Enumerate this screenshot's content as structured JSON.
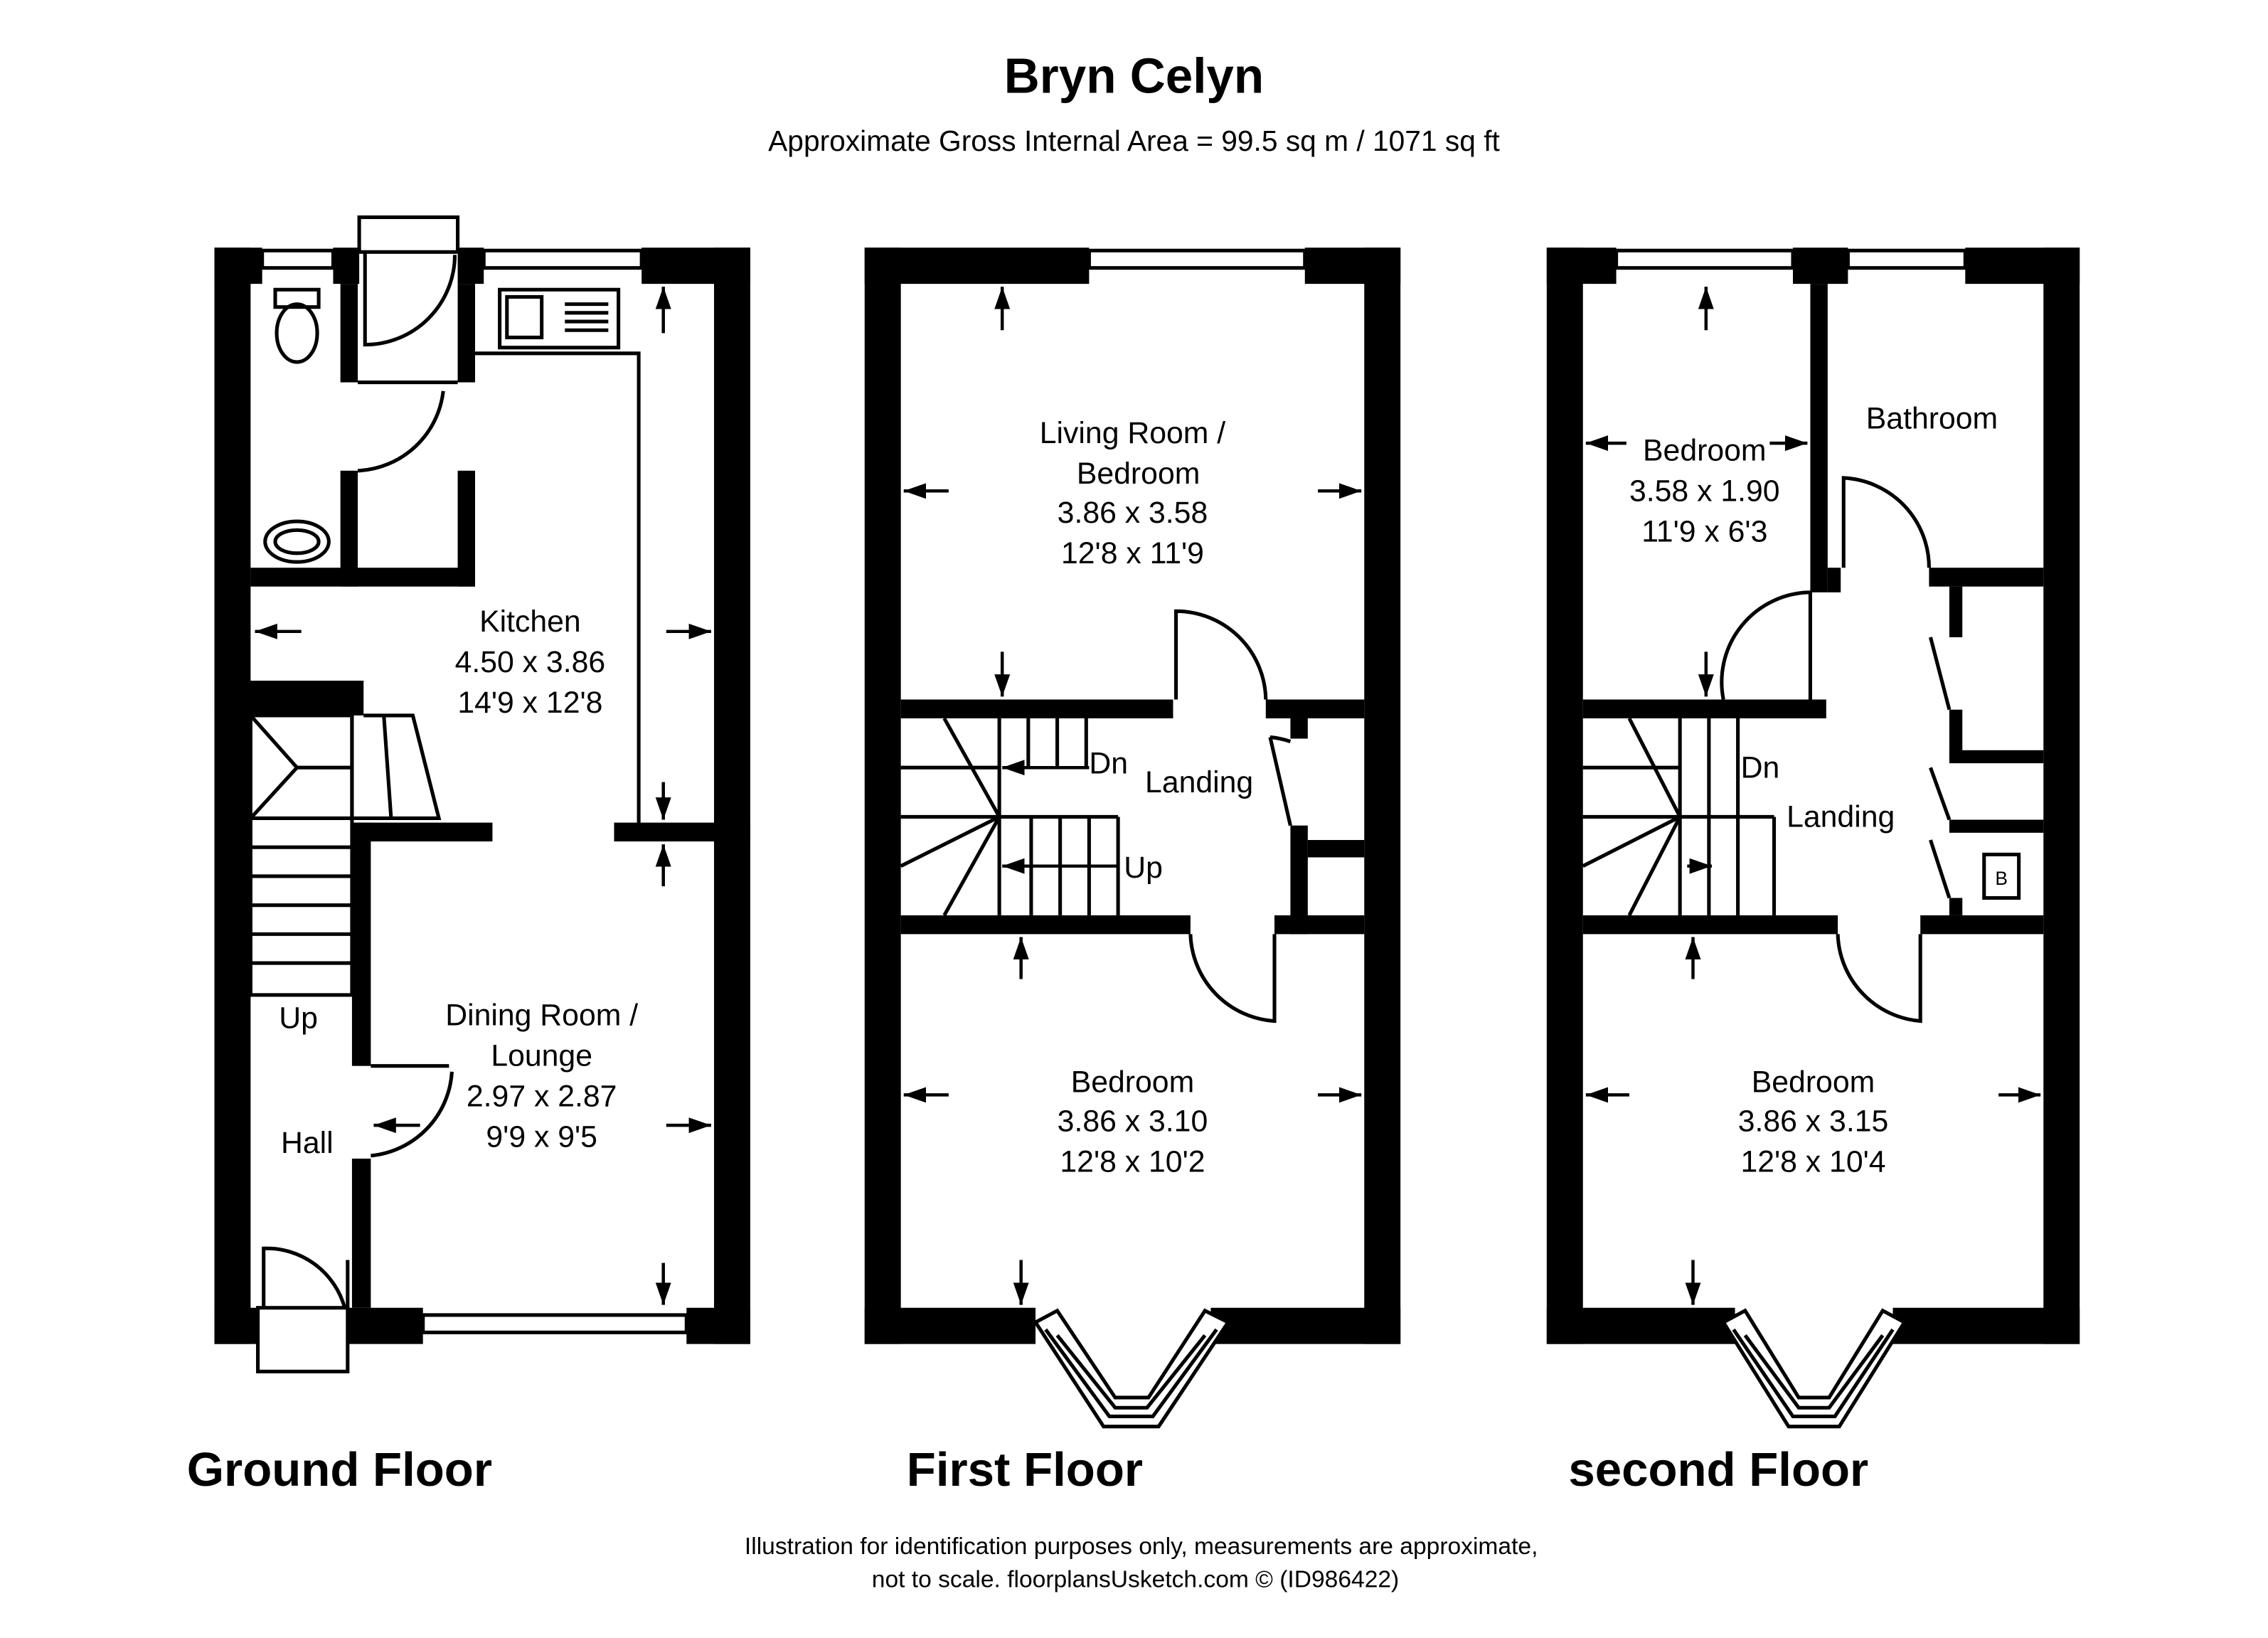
{
  "header": {
    "title": "Bryn Celyn",
    "subtitle": "Approximate Gross Internal Area = 99.5 sq m / 1071 sq ft"
  },
  "floors": {
    "ground": {
      "label": "Ground Floor",
      "kitchen": {
        "name": "Kitchen",
        "metric": "4.50 x 3.86",
        "imperial": "14'9 x 12'8"
      },
      "dining": {
        "name1": "Dining Room /",
        "name2": "Lounge",
        "metric": "2.97 x 2.87",
        "imperial": "9'9 x 9'5"
      },
      "hall": "Hall",
      "up": "Up"
    },
    "first": {
      "label": "First Floor",
      "living": {
        "name1": "Living Room /",
        "name2": "Bedroom",
        "metric": "3.86 x 3.58",
        "imperial": "12'8 x 11'9"
      },
      "bedroom": {
        "name": "Bedroom",
        "metric": "3.86 x 3.10",
        "imperial": "12'8 x 10'2"
      },
      "landing": "Landing",
      "dn": "Dn",
      "up": "Up"
    },
    "second": {
      "label": "second Floor",
      "bedroom_small": {
        "name": "Bedroom",
        "metric": "3.58 x 1.90",
        "imperial": "11'9 x 6'3"
      },
      "bathroom": "Bathroom",
      "bedroom": {
        "name": "Bedroom",
        "metric": "3.86 x 3.15",
        "imperial": "12'8 x 10'4"
      },
      "landing": "Landing",
      "dn": "Dn",
      "boiler": "B"
    }
  },
  "footer": {
    "line1": "Illustration for identification purposes only, measurements are approximate,",
    "line2": "not to scale. floorplansUsketch.com © (ID986422)"
  }
}
